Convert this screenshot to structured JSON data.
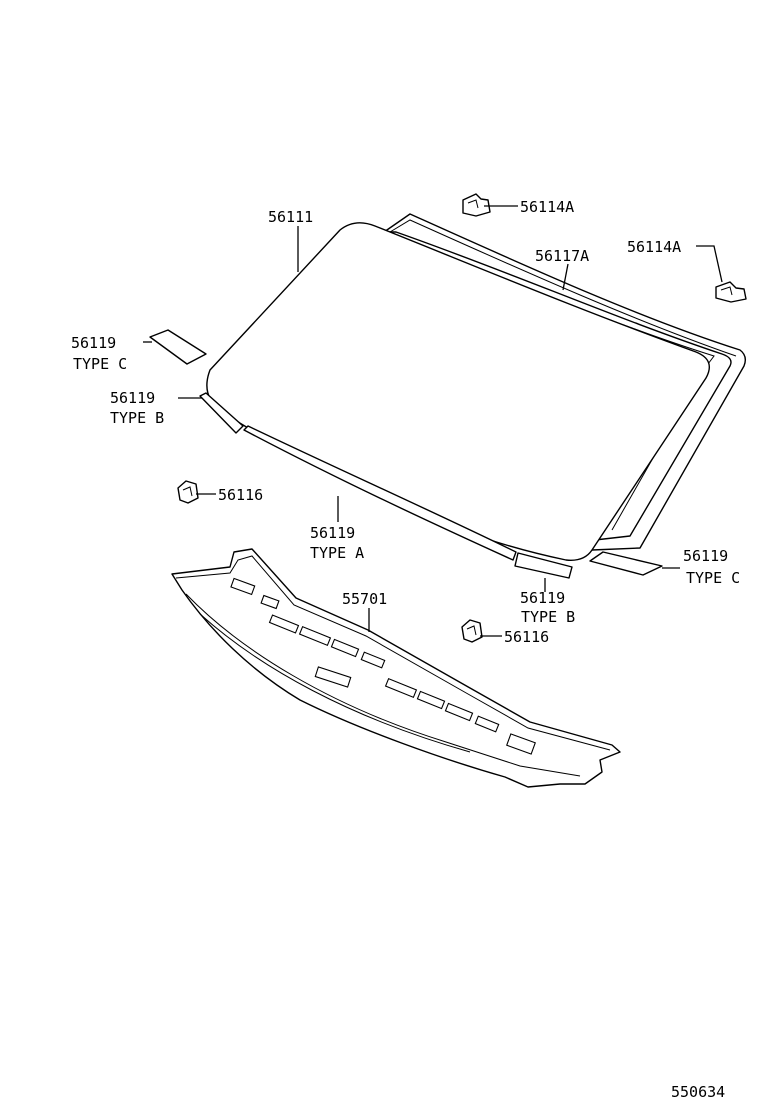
{
  "callouts": {
    "windshield_glass": "56111",
    "molding_outside": "56117A",
    "clip_top": "56114A",
    "clip_right": "56114A",
    "spacer_c_left_num": "56119",
    "spacer_c_left_type": "TYPE C",
    "spacer_b_left_num": "56119",
    "spacer_b_left_type": "TYPE B",
    "spacer_a_num": "56119",
    "spacer_a_type": "TYPE A",
    "spacer_b_right_num": "56119",
    "spacer_b_right_type": "TYPE B",
    "spacer_c_right_num": "56119",
    "spacer_c_right_type": "TYPE C",
    "stopper_left": "56116",
    "stopper_right": "56116",
    "cowl_panel": "55701"
  },
  "illustration_id": "550634"
}
